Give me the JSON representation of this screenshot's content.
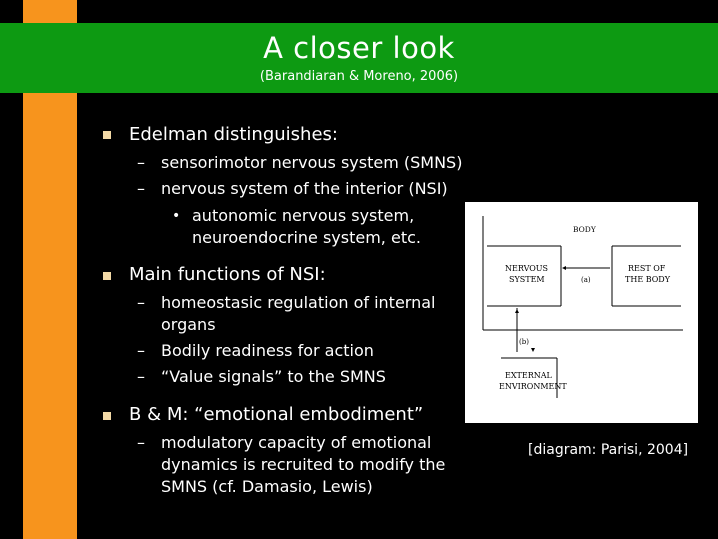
{
  "slide": {
    "title": "A closer look",
    "subtitle": "(Barandiaran & Moreno, 2006)"
  },
  "bullets": [
    {
      "text": "Edelman distinguishes:",
      "subs": [
        "sensorimotor nervous system (SMNS)",
        "nervous system of the interior (NSI)"
      ],
      "subsubs": [
        "autonomic nervous system,",
        "neuroendocrine system, etc."
      ]
    },
    {
      "text": "Main functions of NSI:",
      "subs": [
        "homeostasic regulation of internal",
        "organs",
        "Bodily readiness for action",
        "“Value signals” to the SMNS"
      ]
    },
    {
      "text": "B & M: “emotional embodiment”",
      "subs": [
        "modulatory capacity of emotional",
        "dynamics is recruited to modify the",
        "SMNS (cf. Damasio, Lewis)"
      ]
    }
  ],
  "diagram": {
    "body_label": "BODY",
    "nervous_line1": "NERVOUS",
    "nervous_line2": "SYSTEM",
    "rest_line1": "REST OF",
    "rest_line2": "THE BODY",
    "arrow_a": "(a)",
    "arrow_b": "(b)",
    "env_line1": "EXTERNAL",
    "env_line2": "ENVIRONMENT"
  },
  "caption": "[diagram: Parisi, 2004]",
  "colors": {
    "background": "#000000",
    "title_band": "#0d9a12",
    "side_bar": "#f7941d",
    "bullet": "#f3d9a6"
  }
}
